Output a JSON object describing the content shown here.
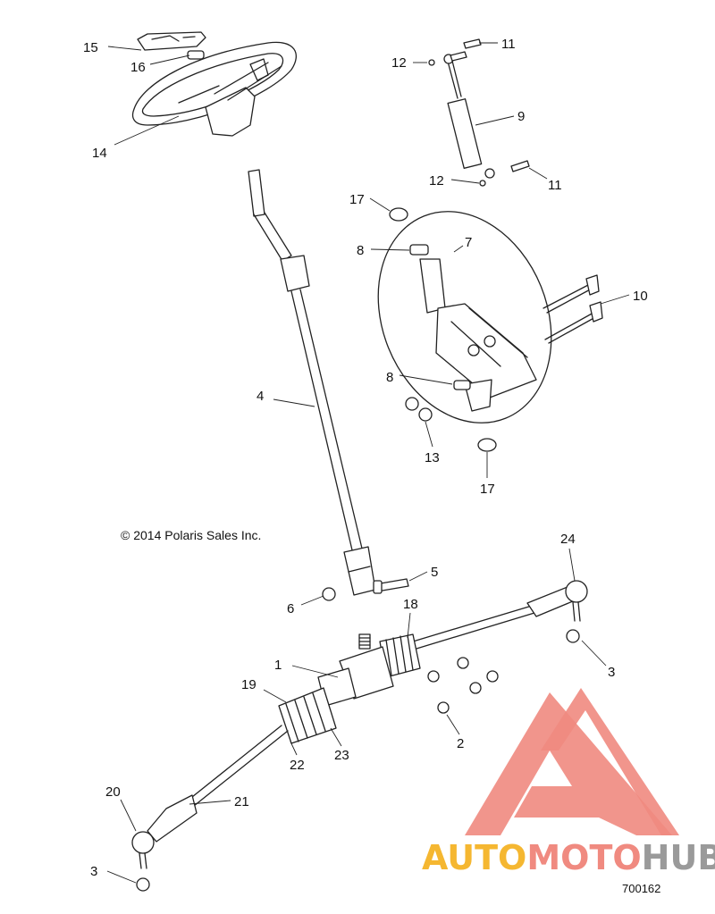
{
  "copyright": "© 2014 Polaris Sales Inc.",
  "document_number": "700162",
  "watermark": {
    "part1": "AUTO",
    "part2": "MOTO",
    "part3": "HUB",
    "color_orange": "#f5b731",
    "color_red": "#f08a80",
    "color_gray": "#9a9a9a"
  },
  "callouts": {
    "c1": "1",
    "c2": "2",
    "c3a": "3",
    "c3b": "3",
    "c4": "4",
    "c5": "5",
    "c6": "6",
    "c7": "7",
    "c8a": "8",
    "c8b": "8",
    "c9": "9",
    "c10": "10",
    "c11a": "11",
    "c11b": "11",
    "c12a": "12",
    "c12b": "12",
    "c13": "13",
    "c14": "14",
    "c15": "15",
    "c16": "16",
    "c17a": "17",
    "c17b": "17",
    "c18": "18",
    "c19": "19",
    "c20": "20",
    "c21": "21",
    "c22": "22",
    "c23": "23",
    "c24": "24"
  }
}
